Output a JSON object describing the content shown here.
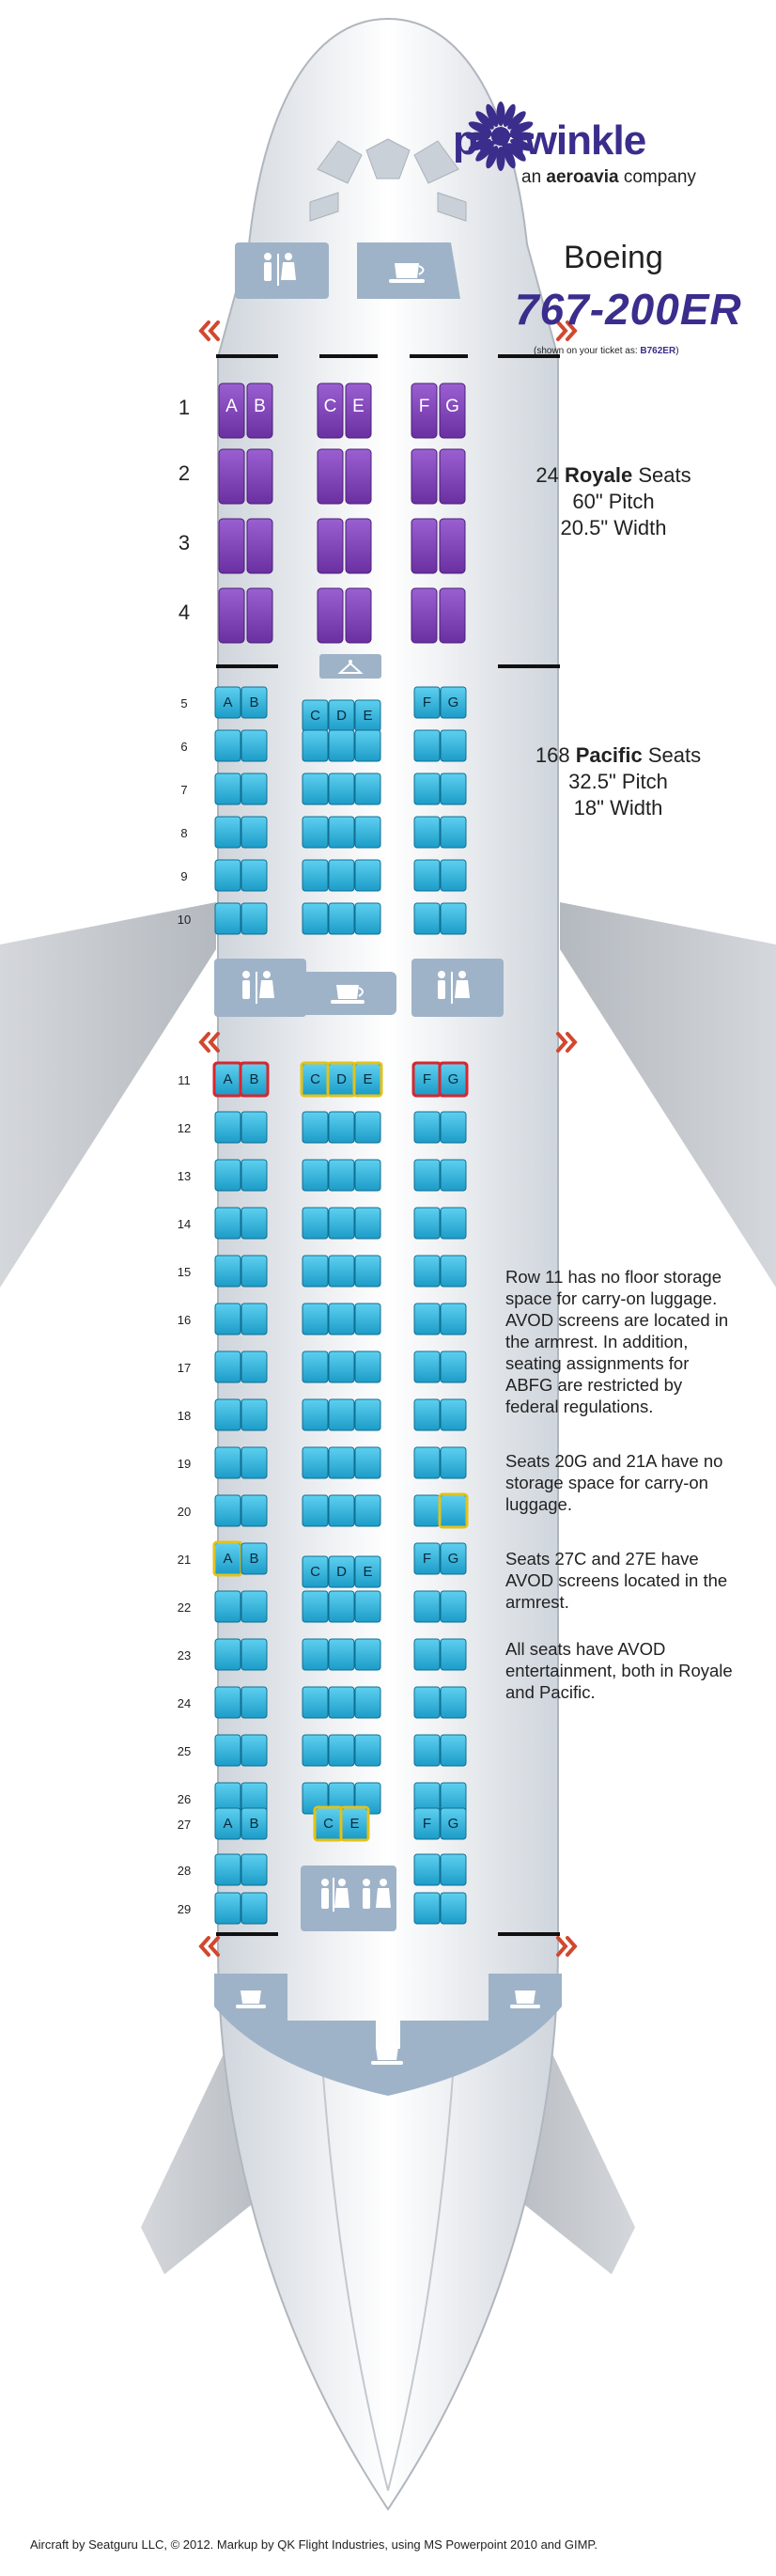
{
  "brand": {
    "name": "periwinkle",
    "tagline_prefix": "an",
    "tagline_brand": "aeroavia",
    "tagline_suffix": "company",
    "color": "#3a2d8c"
  },
  "aircraft": {
    "make": "Boeing",
    "model": "767-200ER",
    "ticket_note_prefix": "(shown on your ticket as:",
    "ticket_code": "B762ER",
    "ticket_note_suffix": ")"
  },
  "cabins": {
    "royale": {
      "count": "24",
      "name": "Royale",
      "suffix": "Seats",
      "pitch": "60\" Pitch",
      "width": "20.5\" Width",
      "color": "#7b3fb0"
    },
    "pacific": {
      "count": "168",
      "name": "Pacific",
      "suffix": "Seats",
      "pitch": "32.5\" Pitch",
      "width": "18\" Width",
      "color": "#2aa8cf"
    }
  },
  "seat_legend": {
    "restricted_outline": "#d9262f",
    "special_outline": "#e2c21a"
  },
  "royale_rows": [
    "1",
    "2",
    "3",
    "4"
  ],
  "royale_seat_letters": [
    "A",
    "B",
    "C",
    "E",
    "F",
    "G"
  ],
  "pacific_rows_front": [
    "5",
    "6",
    "7",
    "8",
    "9",
    "10"
  ],
  "pacific_rows_rear": [
    "11",
    "12",
    "13",
    "14",
    "15",
    "16",
    "17",
    "18",
    "19",
    "20",
    "21",
    "22",
    "23",
    "24",
    "25",
    "26",
    "27",
    "28",
    "29"
  ],
  "pacific_seat_letters": [
    "A",
    "B",
    "C",
    "D",
    "E",
    "F",
    "G"
  ],
  "notes": [
    "Row 11 has no floor storage space for carry-on luggage. AVOD screens are located in the armrest. In addition, seating assignments for ABFG are restricted by federal regulations.",
    "Seats 20G and 21A have no storage space for carry-on luggage.",
    "Seats 27C and 27E have AVOD screens located in the armrest.",
    "All seats have AVOD entertainment, both in Royale and Pacific."
  ],
  "footer": "Aircraft by Seatguru LLC, © 2012. Markup by QK Flight Industries, using MS Powerpoint 2010 and GIMP."
}
